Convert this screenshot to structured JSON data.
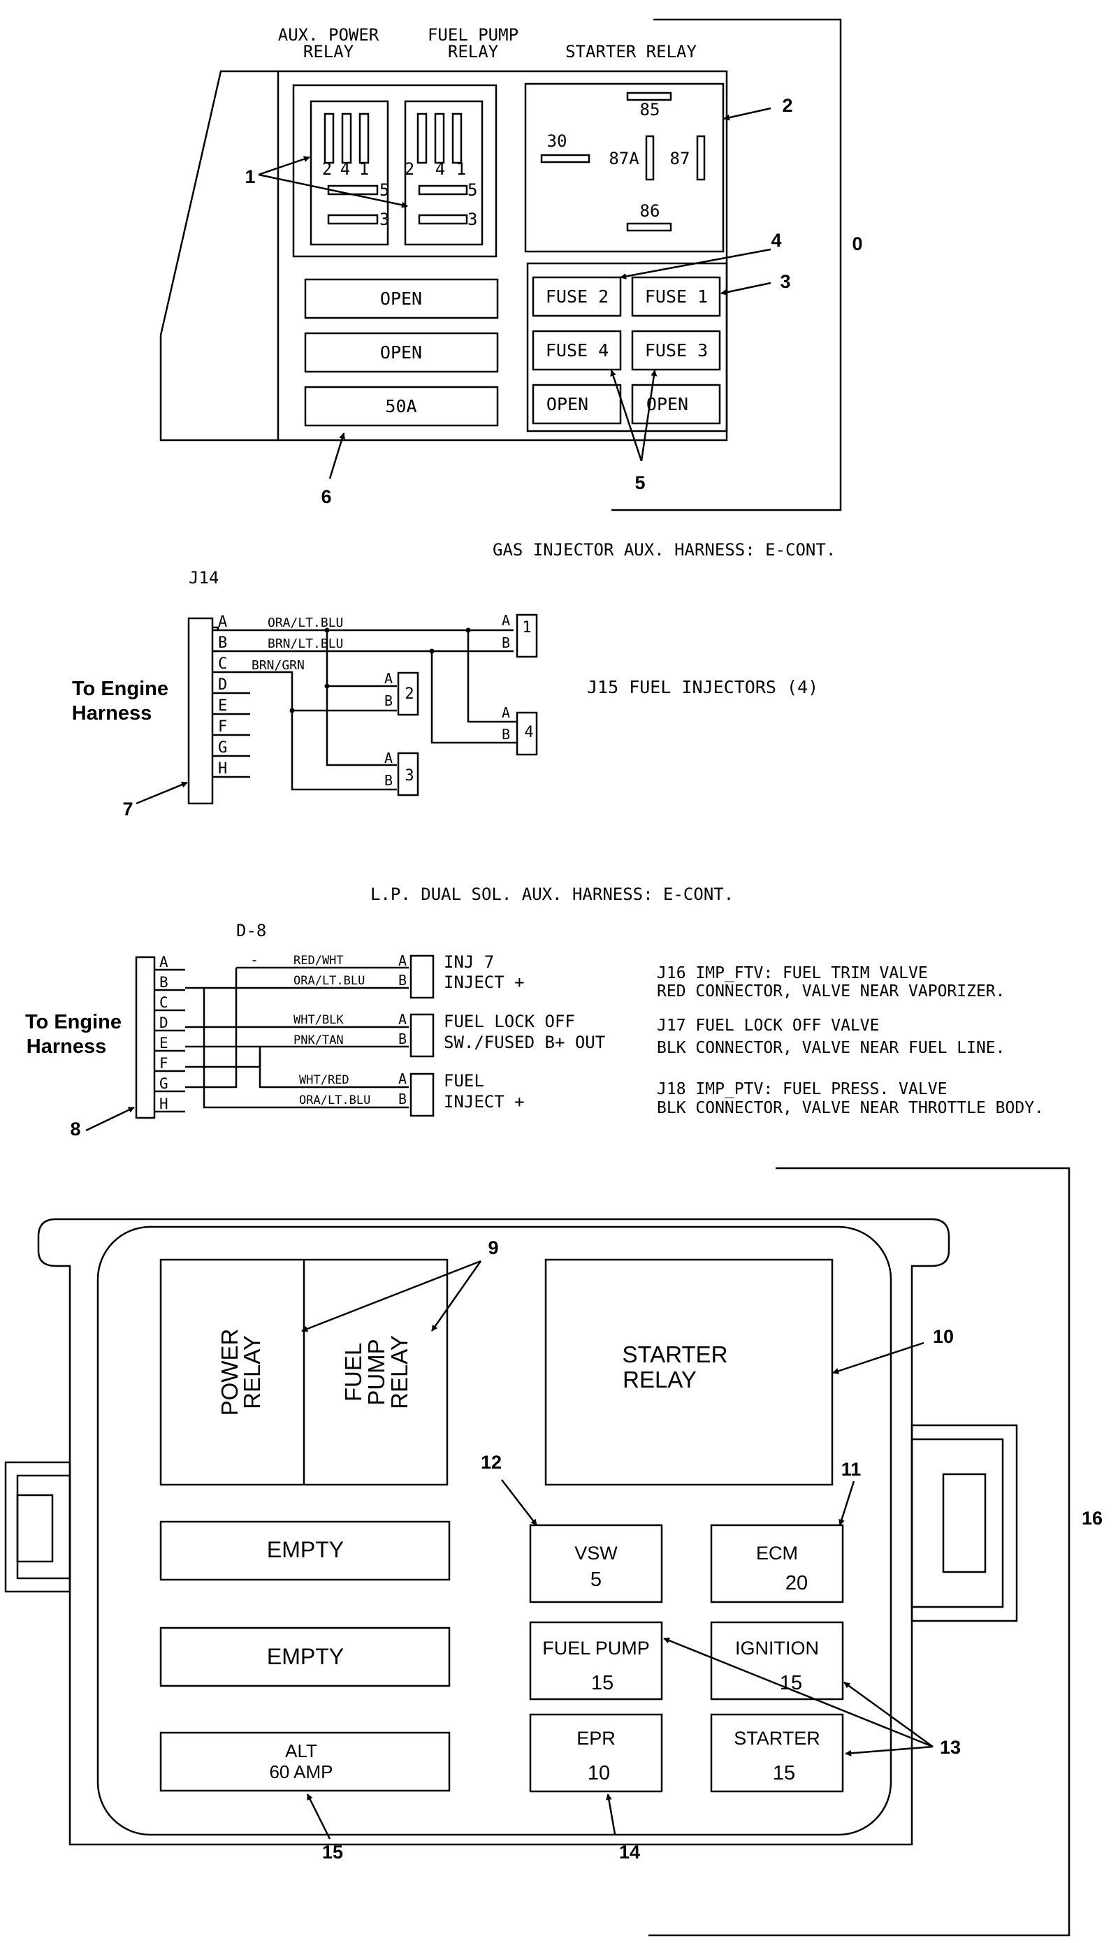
{
  "section1": {
    "header_aux": [
      "AUX. POWER",
      "RELAY"
    ],
    "header_fuelpump": [
      "FUEL PUMP",
      "RELAY"
    ],
    "header_starter": "STARTER RELAY",
    "relay_pins": {
      "p2": "2",
      "p4": "4",
      "p1": "1",
      "p5": "5",
      "p3": "3"
    },
    "starter_pins": {
      "p85": "85",
      "p30": "30",
      "p87a": "87A",
      "p87": "87",
      "p86": "86"
    },
    "slots": [
      "OPEN",
      "OPEN",
      "50A"
    ],
    "fuses": [
      "FUSE 2",
      "FUSE 1",
      "FUSE 4",
      "FUSE 3",
      "OPEN",
      "OPEN"
    ],
    "callouts": [
      "1",
      "2",
      "3",
      "4",
      "5",
      "6",
      "0"
    ]
  },
  "section2": {
    "title": "GAS INJECTOR AUX. HARNESS: E-CONT.",
    "connector": "J14",
    "side_label": [
      "To Engine",
      "Harness"
    ],
    "pins": [
      "A",
      "B",
      "C",
      "D",
      "E",
      "F",
      "G",
      "H"
    ],
    "wires": [
      "ORA/LT.BLU",
      "BRN/LT.BLU",
      "BRN/GRN"
    ],
    "injector_label": "J15  FUEL INJECTORS (4)",
    "injectors": [
      "1",
      "2",
      "3",
      "4"
    ],
    "inj_pins": [
      "A",
      "B"
    ],
    "callout": "7"
  },
  "section3": {
    "title": "L.P. DUAL SOL. AUX. HARNESS: E-CONT.",
    "connector": "D-8",
    "side_label": [
      "To Engine",
      "Harness"
    ],
    "pins": [
      "A",
      "B",
      "C",
      "D",
      "E",
      "F",
      "G",
      "H"
    ],
    "dash": "-",
    "wires": [
      "RED/WHT",
      "ORA/LT.BLU",
      "WHT/BLK",
      "PNK/TAN",
      "WHT/RED",
      "ORA/LT.BLU"
    ],
    "conn_pins": [
      "A",
      "B"
    ],
    "conn1": [
      "INJ 7",
      "INJECT +"
    ],
    "conn2": [
      "FUEL LOCK OFF",
      "SW./FUSED B+ OUT"
    ],
    "conn3": [
      "FUEL",
      "INJECT +"
    ],
    "notes": [
      [
        "J16  IMP_FTV: FUEL TRIM VALVE",
        "RED CONNECTOR, VALVE NEAR VAPORIZER."
      ],
      [
        "J17  FUEL LOCK OFF VALVE",
        "BLK CONNECTOR, VALVE NEAR FUEL LINE."
      ],
      [
        "J18  IMP_PTV: FUEL PRESS. VALVE",
        "BLK CONNECTOR, VALVE NEAR THROTTLE BODY."
      ]
    ],
    "callout": "8"
  },
  "section4": {
    "relay1": [
      "POWER",
      "RELAY"
    ],
    "relay2": [
      "FUEL",
      "PUMP",
      "RELAY"
    ],
    "starter": [
      "STARTER",
      "RELAY"
    ],
    "empty": [
      "EMPTY",
      "EMPTY"
    ],
    "alt": [
      "ALT",
      "60 AMP"
    ],
    "fuses": [
      {
        "name": "VSW",
        "value": "5"
      },
      {
        "name": "ECM",
        "value": "20"
      },
      {
        "name": "FUEL PUMP",
        "value": "15"
      },
      {
        "name": "IGNITION",
        "value": "15"
      },
      {
        "name": "EPR",
        "value": "10"
      },
      {
        "name": "STARTER",
        "value": "15"
      }
    ],
    "callouts": [
      "9",
      "10",
      "11",
      "12",
      "13",
      "14",
      "15",
      "16"
    ]
  }
}
